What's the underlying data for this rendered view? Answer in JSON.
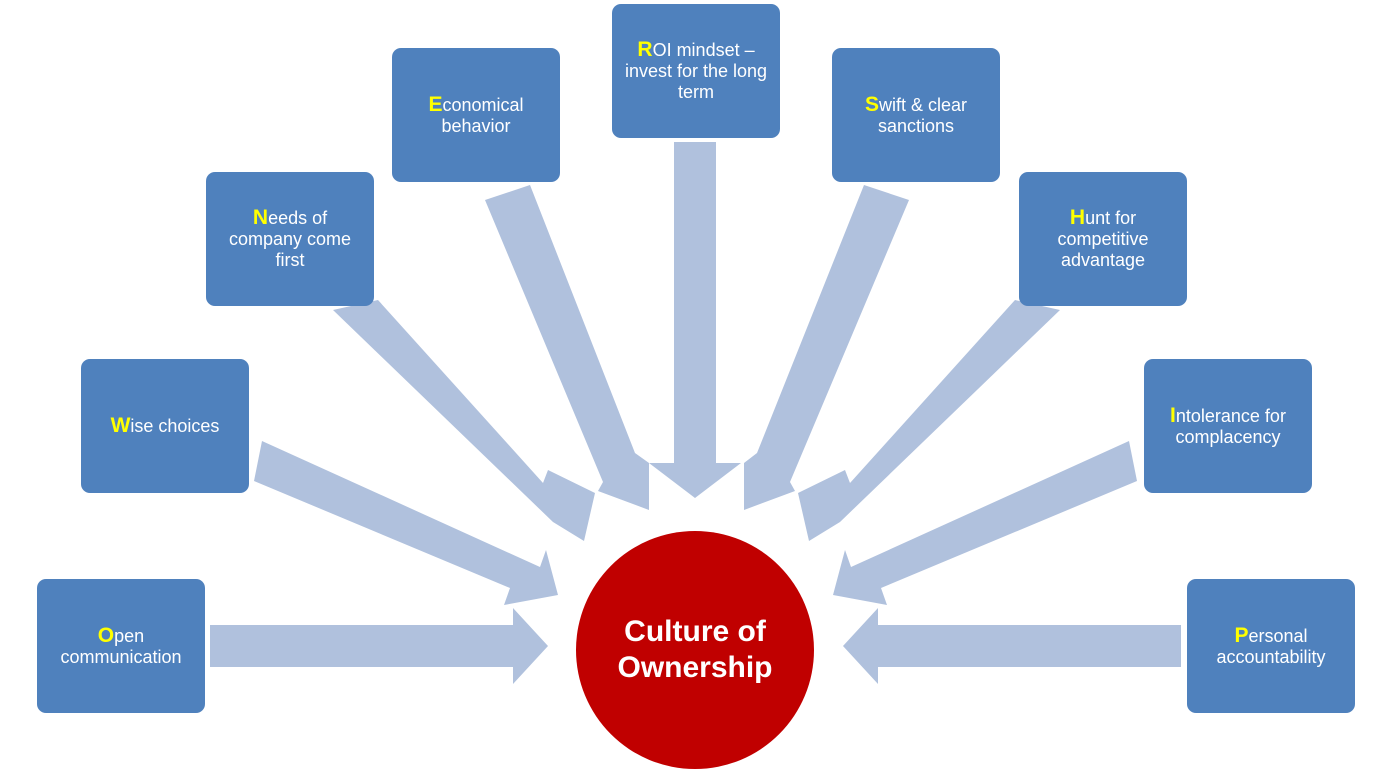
{
  "center": {
    "line1": "Culture of",
    "line2": "Ownership"
  },
  "boxes": [
    {
      "first": "O",
      "rest": "pen communication"
    },
    {
      "first": "W",
      "rest": "ise choices"
    },
    {
      "first": "N",
      "rest": "eeds of company come first"
    },
    {
      "first": "E",
      "rest": "conomical behavior"
    },
    {
      "first": "R",
      "rest": "OI mindset – invest for the long term"
    },
    {
      "first": "S",
      "rest": "wift & clear sanctions"
    },
    {
      "first": "H",
      "rest": "unt for competitive advantage"
    },
    {
      "first": "I",
      "rest": "ntolerance for complacency"
    },
    {
      "first": "P",
      "rest": "ersonal accountability"
    }
  ],
  "colors": {
    "box_fill": "#4f81bd",
    "arrow_fill": "#b0c1dd",
    "center_fill": "#c00000",
    "initial_letter": "#ffff00"
  }
}
